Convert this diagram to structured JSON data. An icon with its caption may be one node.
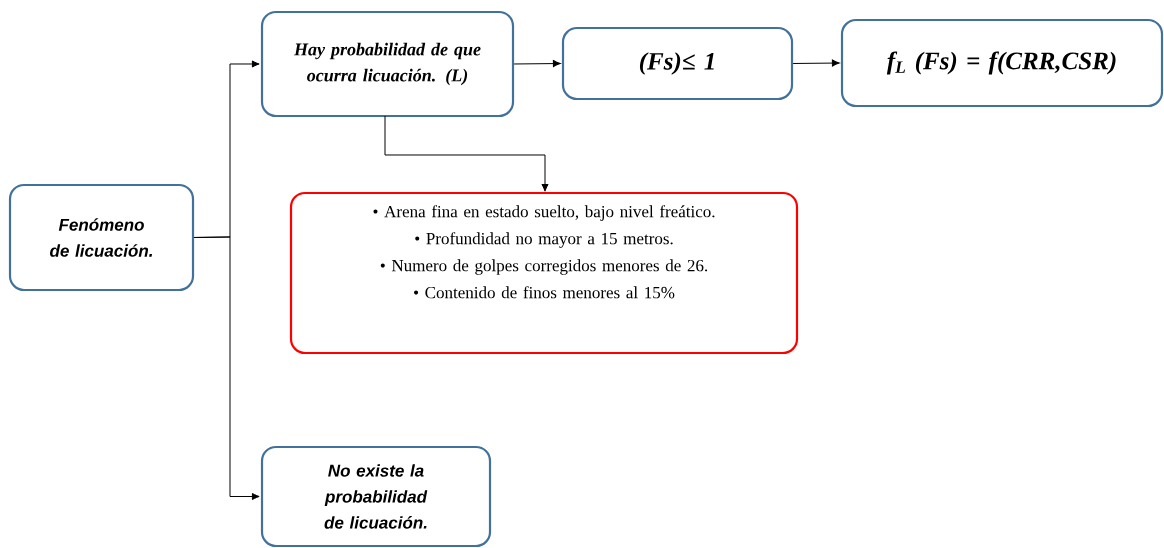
{
  "diagram": {
    "nodes": [
      {
        "text": [
          "Fenómeno de licuación."
        ]
      },
      {
        "text": [
          "Hay probabilidad de que ocurra licuación. (L)"
        ]
      },
      {
        "text": [
          "(Fs)≤ 1"
        ]
      },
      {
        "text": [
          "f$_{L}$ (Fs) = f(CRR,CSR)"
        ]
      },
      {
        "text": [
          "• Arena fina en estado suelto, bajo nivel freático.",
          "• Profundidad no mayor a 15 metros.",
          "• Numero de golpes corregidos menores de 26.",
          "• Contenido de finos menores al 15%"
        ]
      },
      {
        "text": [
          "No existe la probabilidad de licuación."
        ]
      }
    ],
    "edges": [
      {
        "from": 0,
        "to": 1,
        "arrow": "to"
      },
      {
        "from": 0,
        "to": 5,
        "arrow": "to"
      },
      {
        "from": 1,
        "to": 2,
        "arrow": "to"
      },
      {
        "from": 2,
        "to": 3,
        "arrow": "to"
      },
      {
        "from": 1,
        "to": 4,
        "arrow": "to"
      }
    ]
  }
}
